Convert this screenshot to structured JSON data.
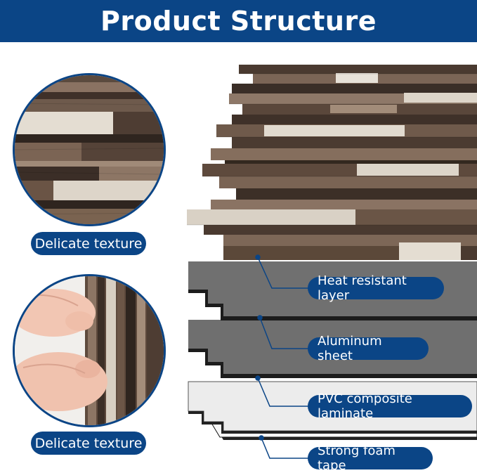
{
  "header": {
    "title": "Product Structure"
  },
  "labels": {
    "texture_top": "Delicate texture",
    "texture_bottom": "Delicate texture"
  },
  "layers": [
    {
      "name": "Heat resistant layer"
    },
    {
      "name": "Aluminum sheet"
    },
    {
      "name": "PVC composite laminate"
    },
    {
      "name": "Strong foam tape"
    }
  ],
  "colors": {
    "brand_blue": "#0b4586",
    "dark_wood": "#4b3b30",
    "mid_wood": "#7a6350",
    "light_wood": "#d9d2c6",
    "gray_layer": "#6f6f6f",
    "pvc_layer": "#ececec"
  }
}
